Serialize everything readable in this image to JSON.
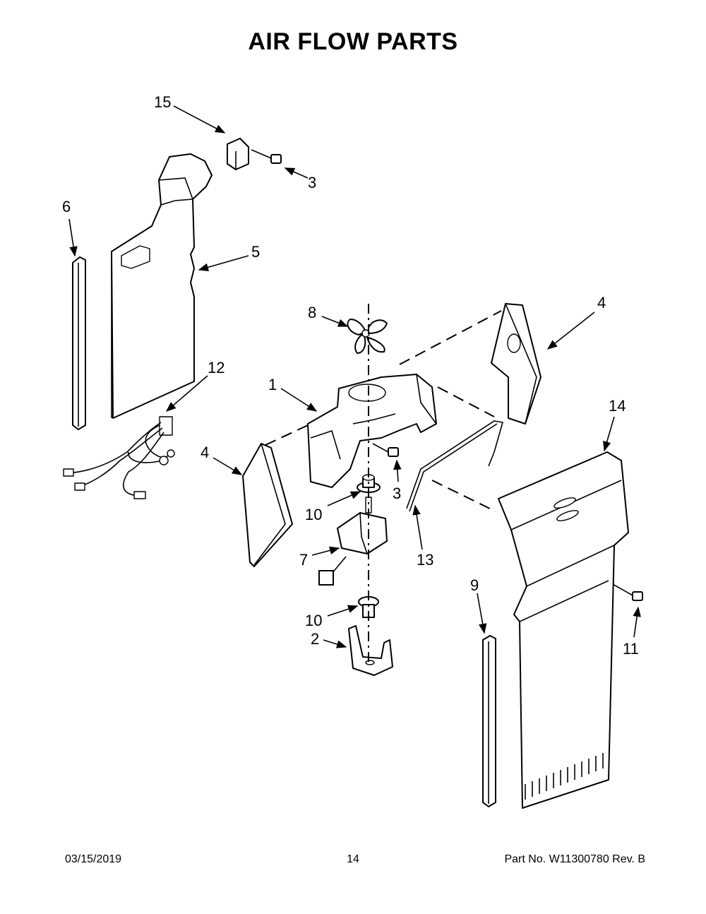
{
  "title": "AIR FLOW PARTS",
  "callouts": [
    "15",
    "3",
    "6",
    "5",
    "8",
    "4",
    "12",
    "1",
    "4",
    "14",
    "3",
    "10",
    "7",
    "13",
    "9",
    "10",
    "2",
    "11"
  ],
  "footer": {
    "date": "03/15/2019",
    "page": "14",
    "part_no": "Part No.  W11300780  Rev.  B"
  }
}
